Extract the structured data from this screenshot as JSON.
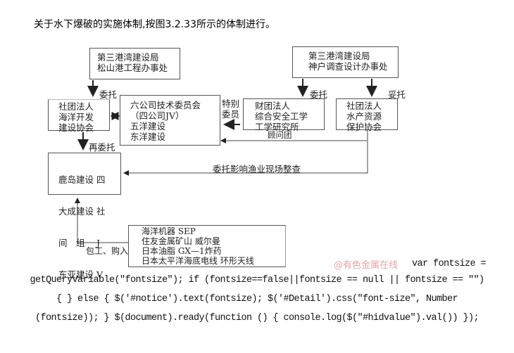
{
  "heading": "关于水下爆破的实施体制,按图3.2.33所示的体制进行。",
  "diagram": {
    "box_songshan": [
      "第三港湾建设局",
      "松山港工程办事处"
    ],
    "box_kobe": [
      "第三港湾建设局",
      "神户调查设计办事处"
    ],
    "box_ocean_assoc": [
      "社团法人",
      "海洋开发",
      "建设协会"
    ],
    "box_six_company": [
      "六公司技术委员会",
      "（四公司JV）",
      "五洋建设",
      "东洋建设"
    ],
    "box_safety_inst": [
      "财团法人",
      "综合安全工学",
      "工学研究所"
    ],
    "box_fishery_assoc": [
      "社团法人",
      "水产资源",
      "保护协会"
    ],
    "box_jv": [
      "鹿岛建设 四",
      "大成建设 社",
      "间　组　 J",
      "东亚建设 V"
    ],
    "box_suppliers": [
      "海洋机器 SEP",
      "住友金属矿山 威尔曼",
      "日本油脂 GX—1炸药",
      "日本太平洋海底电线 环形天线"
    ],
    "label_entrust_1": "委托",
    "label_entrust_2": "委托",
    "label_entrust_3": "妥托",
    "label_re_entrust": "再委托",
    "label_special_member": [
      "特别",
      "委员"
    ],
    "label_advisory": "顾问团",
    "label_fishery_survey": "委托影响渔业现场整查",
    "label_contract": "包工、购入"
  },
  "watermark": "@有色金属在线",
  "code_lines": [
    "var fontsize =",
    "getQueryVariable(\"fontsize\"); if (fontsize==false||fontsize == null || fontsize == \"\")",
    "{ } else { $('#notice').text(fontsize); $('#Detail').css(\"font-size\", Number",
    "(fontsize)); } $(document).ready(function () { console.log($(\"#hidvalue\").val()) });"
  ]
}
